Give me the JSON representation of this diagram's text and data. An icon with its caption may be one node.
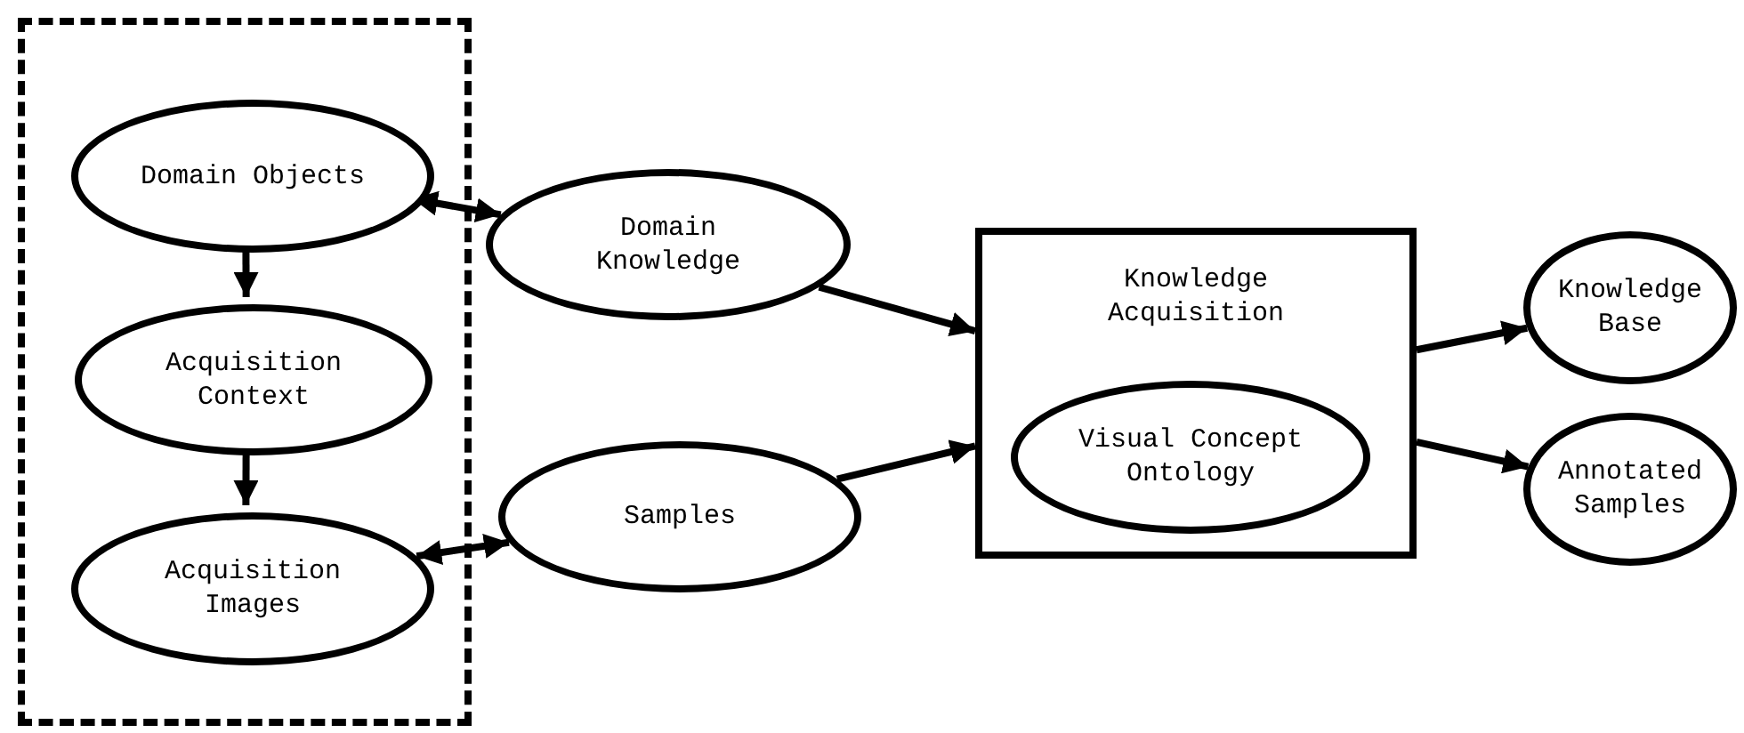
{
  "diagram": {
    "nodes": [
      {
        "text": [],
        "shape": "box"
      },
      {
        "text": [
          "Domain Objects"
        ],
        "in": 0
      },
      {
        "text": [
          "Acquisition Context"
        ],
        "in": 0
      },
      {
        "text": [
          "Acquisition Images"
        ],
        "in": 0
      },
      {
        "text": [
          "Domain Knowledge"
        ]
      },
      {
        "text": [
          "Samples"
        ]
      },
      {
        "text": [
          "Knowledge Acquisition"
        ]
      },
      {
        "text": [
          "Visual Concept Ontology"
        ],
        "in": 6
      },
      {
        "text": [
          "Knowledge Base"
        ]
      },
      {
        "text": [
          "Annotated Samples"
        ]
      }
    ],
    "edges": [
      {
        "from": 1,
        "to": 4,
        "arrow": "both"
      },
      {
        "from": 1,
        "to": 2,
        "arrow": "to"
      },
      {
        "from": 2,
        "to": 3,
        "arrow": "to"
      },
      {
        "from": 3,
        "to": 5,
        "arrow": "both"
      },
      {
        "from": 4,
        "to": 6,
        "arrow": "to"
      },
      {
        "from": 5,
        "to": 6,
        "arrow": "to"
      },
      {
        "from": 6,
        "to": 8,
        "arrow": "to"
      },
      {
        "from": 6,
        "to": 9,
        "arrow": "to"
      }
    ]
  }
}
